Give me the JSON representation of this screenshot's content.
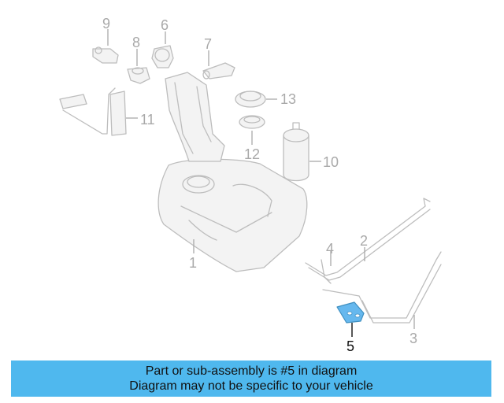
{
  "colors": {
    "caption_background": "#4fb8ee",
    "highlight_part": "#66b8ee",
    "part_outline": "#bdbdbd",
    "label": "#a9a9a9",
    "label_highlight": "#111111"
  },
  "diagram": {
    "highlighted_part": "5",
    "labels": {
      "p1": "1",
      "p2": "2",
      "p3": "3",
      "p4": "4",
      "p5": "5",
      "p6": "6",
      "p7": "7",
      "p8": "8",
      "p9": "9",
      "p10": "10",
      "p11": "11",
      "p12": "12",
      "p13": "13"
    }
  },
  "caption": {
    "line1": "Part or sub-assembly is #5 in diagram",
    "line2": "Diagram may not be specific to your vehicle"
  }
}
